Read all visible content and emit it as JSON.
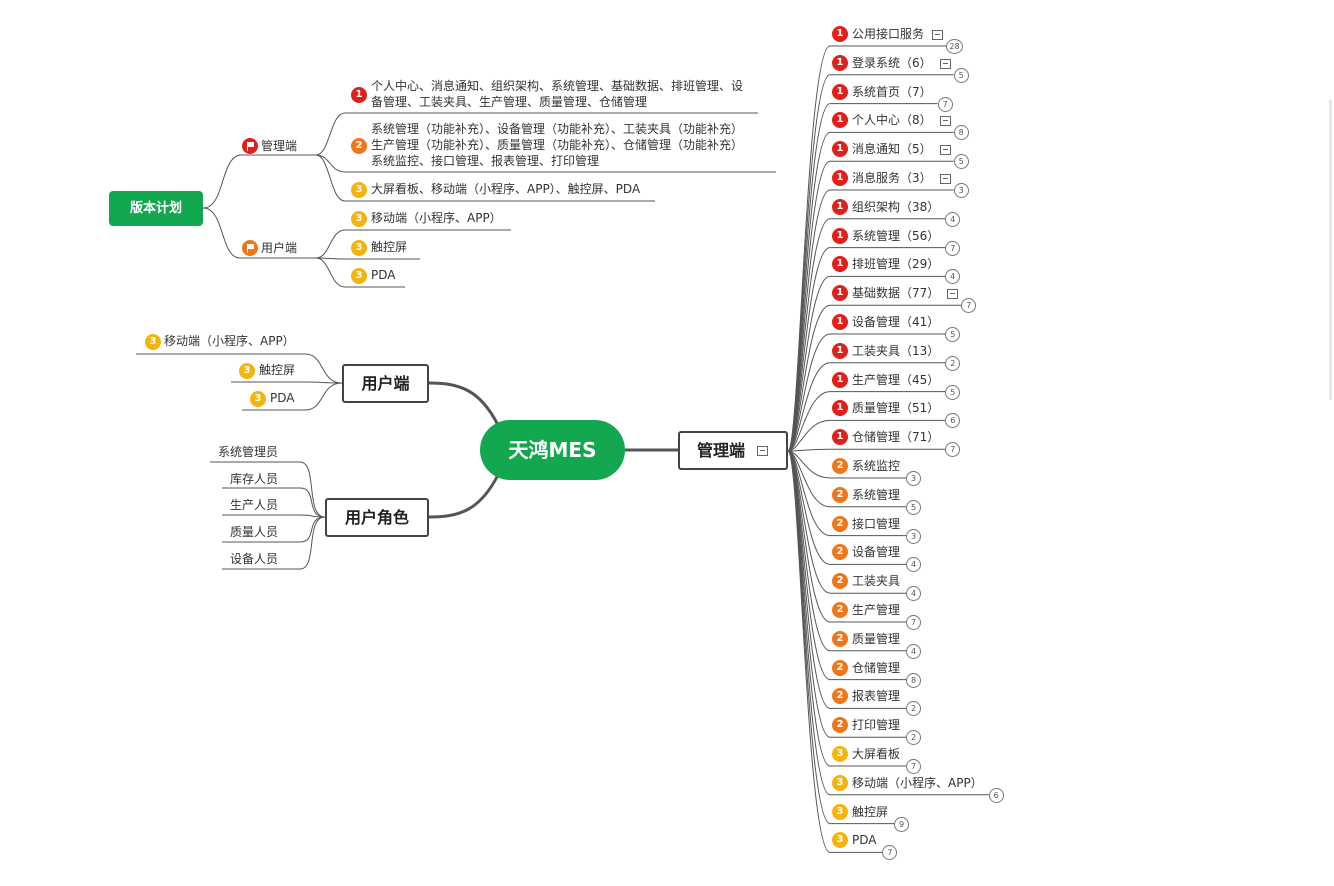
{
  "center": {
    "label": "天鸿MES"
  },
  "version_plan": {
    "label": "版本计划",
    "branches": [
      {
        "label": "管理端",
        "items": [
          {
            "priority": "1",
            "lines": [
              "个人中心、消息通知、组织架构、系统管理、基础数据、排班管理、设",
              "备管理、工装夹具、生产管理、质量管理、仓储管理"
            ]
          },
          {
            "priority": "2",
            "lines": [
              "系统管理（功能补充）、设备管理（功能补充）、工装夹具（功能补充）",
              "生产管理（功能补充）、质量管理（功能补充）、仓储管理（功能补充）",
              "系统监控、接口管理、报表管理、打印管理"
            ]
          },
          {
            "priority": "3",
            "lines": [
              "大屏看板、移动端（小程序、APP）、触控屏、PDA"
            ]
          }
        ]
      },
      {
        "label": "用户端",
        "items": [
          {
            "priority": "3",
            "lines": [
              "移动端（小程序、APP）"
            ]
          },
          {
            "priority": "3",
            "lines": [
              "触控屏"
            ]
          },
          {
            "priority": "3",
            "lines": [
              "PDA"
            ]
          }
        ]
      }
    ]
  },
  "user_end": {
    "label": "用户端",
    "items": [
      {
        "priority": "3",
        "label": "移动端（小程序、APP）"
      },
      {
        "priority": "3",
        "label": "触控屏"
      },
      {
        "priority": "3",
        "label": "PDA"
      }
    ]
  },
  "user_roles": {
    "label": "用户角色",
    "items": [
      "系统管理员",
      "库存人员",
      "生产人员",
      "质量人员",
      "设备人员"
    ]
  },
  "admin_end": {
    "label": "管理端",
    "items": [
      {
        "priority": "1",
        "label": "公用接口服务",
        "count": "28",
        "note": true
      },
      {
        "priority": "1",
        "label": "登录系统（6）",
        "count": "5",
        "note": true
      },
      {
        "priority": "1",
        "label": "系统首页（7）",
        "count": "7",
        "note": false
      },
      {
        "priority": "1",
        "label": "个人中心（8）",
        "count": "8",
        "note": true
      },
      {
        "priority": "1",
        "label": "消息通知（5）",
        "count": "5",
        "note": true
      },
      {
        "priority": "1",
        "label": "消息服务（3）",
        "count": "3",
        "note": true
      },
      {
        "priority": "1",
        "label": "组织架构（38）",
        "count": "4",
        "note": false
      },
      {
        "priority": "1",
        "label": "系统管理（56）",
        "count": "7",
        "note": false
      },
      {
        "priority": "1",
        "label": "排班管理（29）",
        "count": "4",
        "note": false
      },
      {
        "priority": "1",
        "label": "基础数据（77）",
        "count": "7",
        "note": true
      },
      {
        "priority": "1",
        "label": "设备管理（41）",
        "count": "5",
        "note": false
      },
      {
        "priority": "1",
        "label": "工装夹具（13）",
        "count": "2",
        "note": false
      },
      {
        "priority": "1",
        "label": "生产管理（45）",
        "count": "5",
        "note": false
      },
      {
        "priority": "1",
        "label": "质量管理（51）",
        "count": "6",
        "note": false
      },
      {
        "priority": "1",
        "label": "仓储管理（71）",
        "count": "7",
        "note": false
      },
      {
        "priority": "2",
        "label": "系统监控",
        "count": "3",
        "note": false
      },
      {
        "priority": "2",
        "label": "系统管理",
        "count": "5",
        "note": false
      },
      {
        "priority": "2",
        "label": "接口管理",
        "count": "3",
        "note": false
      },
      {
        "priority": "2",
        "label": "设备管理",
        "count": "4",
        "note": false
      },
      {
        "priority": "2",
        "label": "工装夹具",
        "count": "4",
        "note": false
      },
      {
        "priority": "2",
        "label": "生产管理",
        "count": "7",
        "note": false
      },
      {
        "priority": "2",
        "label": "质量管理",
        "count": "4",
        "note": false
      },
      {
        "priority": "2",
        "label": "仓储管理",
        "count": "8",
        "note": false
      },
      {
        "priority": "2",
        "label": "报表管理",
        "count": "2",
        "note": false
      },
      {
        "priority": "2",
        "label": "打印管理",
        "count": "2",
        "note": false
      },
      {
        "priority": "3",
        "label": "大屏看板",
        "count": "7",
        "note": false
      },
      {
        "priority": "3",
        "label": "移动端（小程序、APP）",
        "count": "6",
        "note": false
      },
      {
        "priority": "3",
        "label": "触控屏",
        "count": "9",
        "note": false
      },
      {
        "priority": "3",
        "label": "PDA",
        "count": "7",
        "note": false
      }
    ]
  },
  "colors": {
    "priority_1": "#e0201b",
    "priority_2": "#f0761a",
    "priority_3": "#f5b40d",
    "root": "#13a84f"
  },
  "icons": {
    "flag": "flag-icon",
    "note": "note-icon",
    "priority": "priority-badge-icon"
  }
}
